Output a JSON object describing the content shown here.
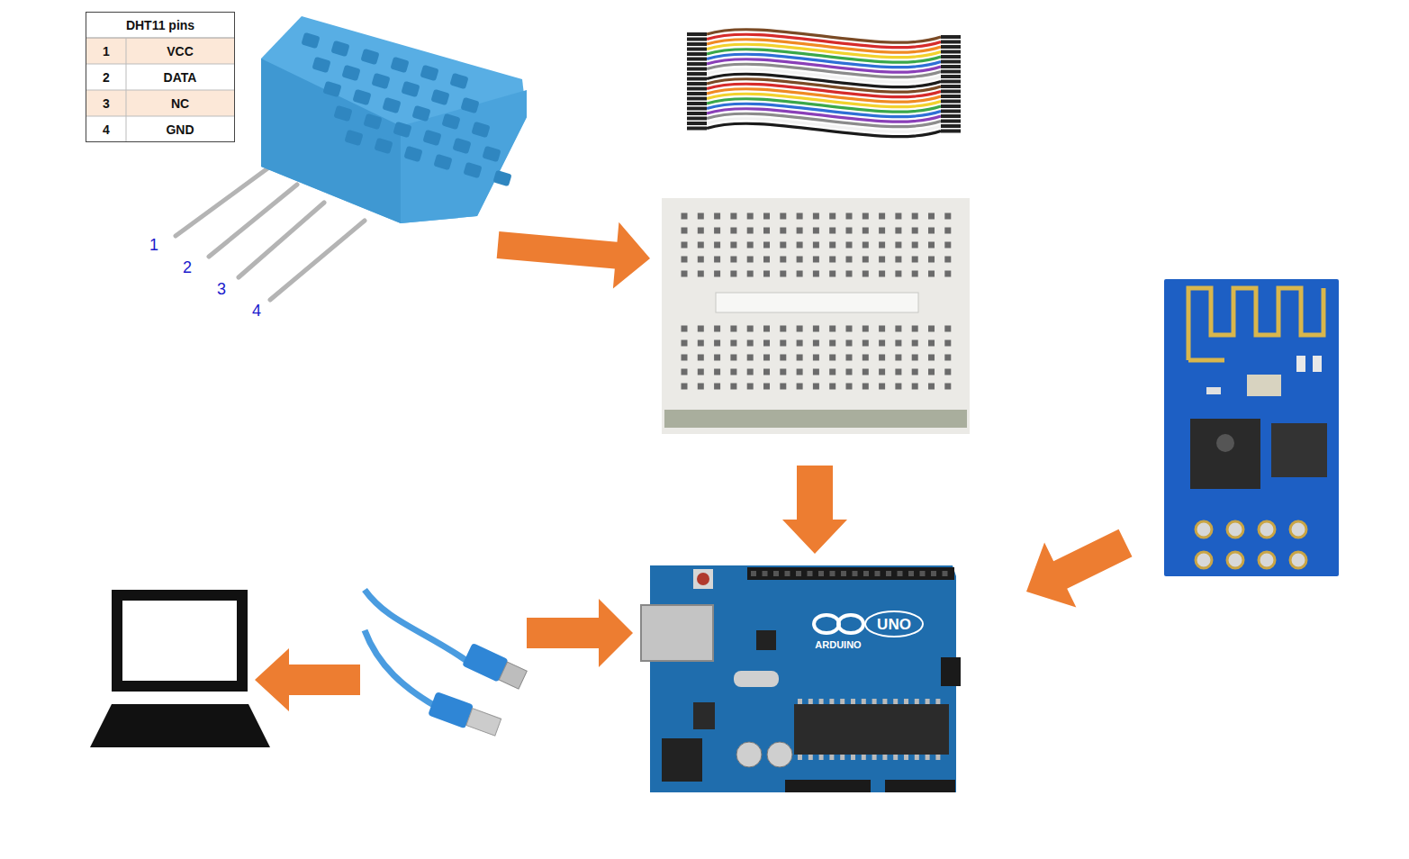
{
  "diagram": {
    "nodes": [
      {
        "text": [
          "DHT11 pins"
        ]
      }
    ],
    "labels": [
      "1",
      "VCC",
      "2",
      "DATA",
      "3",
      "NC",
      "4",
      "GND",
      "1",
      "2",
      "3",
      "4",
      "UNO",
      "ARDUINO"
    ]
  }
}
